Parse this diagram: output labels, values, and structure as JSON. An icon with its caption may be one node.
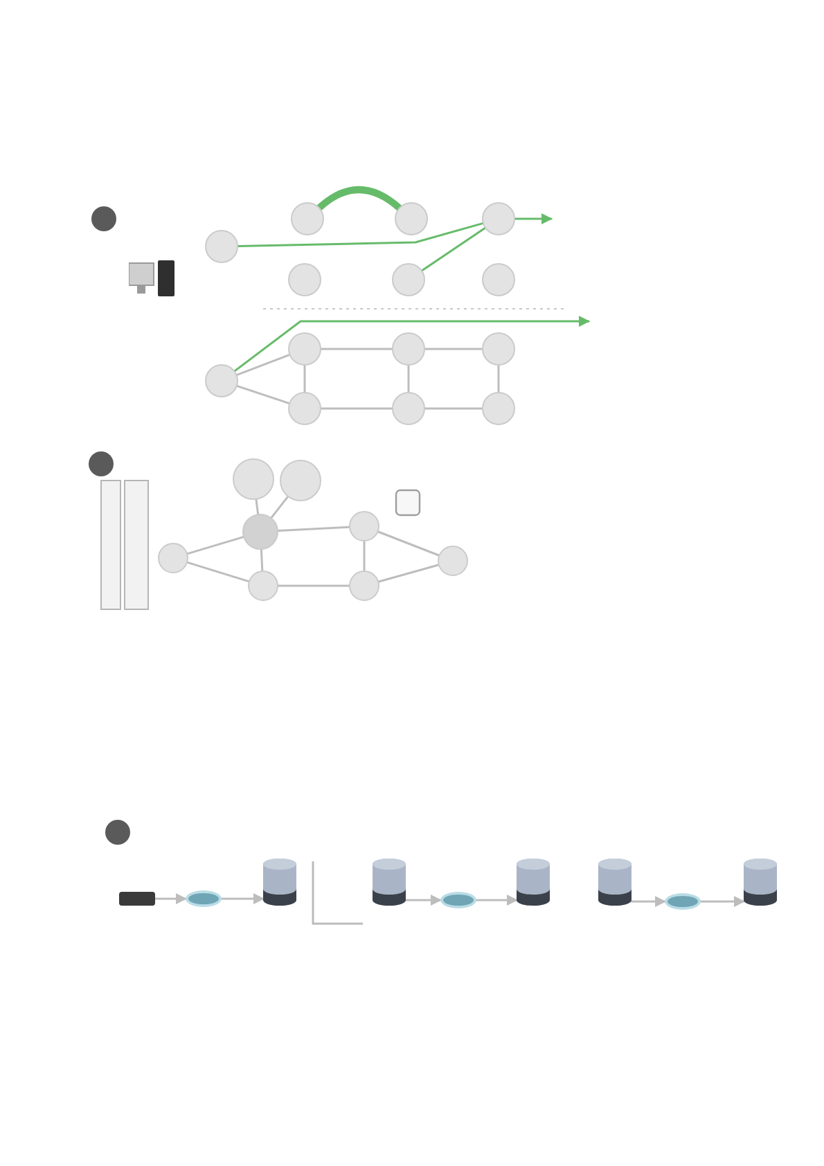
{
  "diagram": {
    "nodes": [
      {
        "text": [],
        "shape": "circle"
      },
      {
        "text": [],
        "shape": "circle"
      },
      {
        "text": [],
        "shape": "circle"
      },
      {
        "text": [],
        "shape": "circle"
      },
      {
        "text": [],
        "shape": "circle"
      },
      {
        "text": [],
        "shape": "circle"
      },
      {
        "text": [],
        "shape": "circle"
      },
      {
        "text": [],
        "shape": "circle"
      },
      {
        "text": [],
        "shape": "circle"
      },
      {
        "text": [],
        "shape": "circle"
      },
      {
        "text": [],
        "shape": "circle"
      },
      {
        "text": [],
        "shape": "circle"
      },
      {
        "text": [],
        "shape": "circle"
      },
      {
        "text": [],
        "shape": "circle"
      },
      {
        "text": [],
        "shape": "circle"
      },
      {
        "text": [],
        "shape": "circle"
      },
      {
        "text": [],
        "shape": "circle"
      },
      {
        "text": [],
        "shape": "circle"
      },
      {
        "text": [],
        "shape": "circle"
      },
      {
        "text": [],
        "shape": "circle"
      },
      {
        "text": [],
        "shape": "circle"
      },
      {
        "text": [],
        "shape": "circle"
      },
      {
        "text": [],
        "shape": "box"
      },
      {
        "text": [],
        "shape": "ellipse"
      },
      {
        "text": [],
        "shape": "cylinder"
      },
      {
        "text": [],
        "shape": "cylinder"
      },
      {
        "text": [],
        "shape": "ellipse"
      },
      {
        "text": [],
        "shape": "cylinder"
      },
      {
        "text": [],
        "shape": "cylinder"
      },
      {
        "text": [],
        "shape": "ellipse"
      },
      {
        "text": [],
        "shape": "cylinder"
      }
    ],
    "edges": [
      {
        "from": 0,
        "to": 1,
        "arrow": "none",
        "style": "thick",
        "color": "#66bb6a"
      },
      {
        "from": 3,
        "to": 2,
        "arrow": "none",
        "color": "#66bb6a"
      },
      {
        "from": 5,
        "to": 2,
        "arrow": "none",
        "color": "#66bb6a"
      },
      {
        "from": 2,
        "to": null,
        "arrow": "to",
        "color": "#66bb6a"
      },
      {
        "from": 7,
        "to": 8,
        "arrow": "none"
      },
      {
        "from": 7,
        "to": 11,
        "arrow": "none"
      },
      {
        "from": 8,
        "to": 9,
        "arrow": "none"
      },
      {
        "from": 9,
        "to": 10,
        "arrow": "none"
      },
      {
        "from": 11,
        "to": 12,
        "arrow": "none"
      },
      {
        "from": 12,
        "to": 13,
        "arrow": "none"
      },
      {
        "from": 8,
        "to": 11,
        "arrow": "none"
      },
      {
        "from": 9,
        "to": 12,
        "arrow": "none"
      },
      {
        "from": 10,
        "to": 13,
        "arrow": "none"
      },
      {
        "from": 7,
        "to": null,
        "arrow": "to",
        "color": "#66bb6a"
      },
      {
        "from": 14,
        "to": 16,
        "arrow": "none"
      },
      {
        "from": 15,
        "to": 16,
        "arrow": "none"
      },
      {
        "from": 17,
        "to": 16,
        "arrow": "none"
      },
      {
        "from": 16,
        "to": 18,
        "arrow": "none"
      },
      {
        "from": 16,
        "to": 19,
        "arrow": "none"
      },
      {
        "from": 17,
        "to": 18,
        "arrow": "none"
      },
      {
        "from": 18,
        "to": 20,
        "arrow": "none"
      },
      {
        "from": 19,
        "to": 20,
        "arrow": "none"
      },
      {
        "from": 19,
        "to": 21,
        "arrow": "none"
      },
      {
        "from": 20,
        "to": 21,
        "arrow": "none"
      },
      {
        "from": 22,
        "to": 23,
        "arrow": "to"
      },
      {
        "from": 23,
        "to": 24,
        "arrow": "to"
      },
      {
        "from": 25,
        "to": 26,
        "arrow": "to"
      },
      {
        "from": 26,
        "to": 27,
        "arrow": "to"
      },
      {
        "from": 28,
        "to": 29,
        "arrow": "to"
      },
      {
        "from": 29,
        "to": 30,
        "arrow": "to"
      }
    ]
  }
}
